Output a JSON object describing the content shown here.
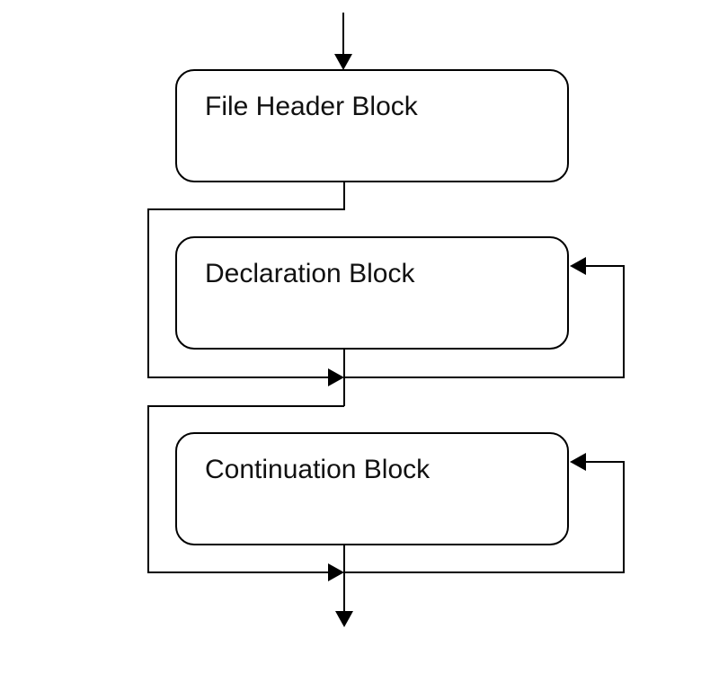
{
  "diagram": {
    "blocks": [
      {
        "label": "File Header Block"
      },
      {
        "label": "Declaration Block"
      },
      {
        "label": "Continuation Block"
      }
    ],
    "colors": {
      "stroke": "#000000",
      "fill": "#ffffff",
      "text": "#111111"
    }
  }
}
